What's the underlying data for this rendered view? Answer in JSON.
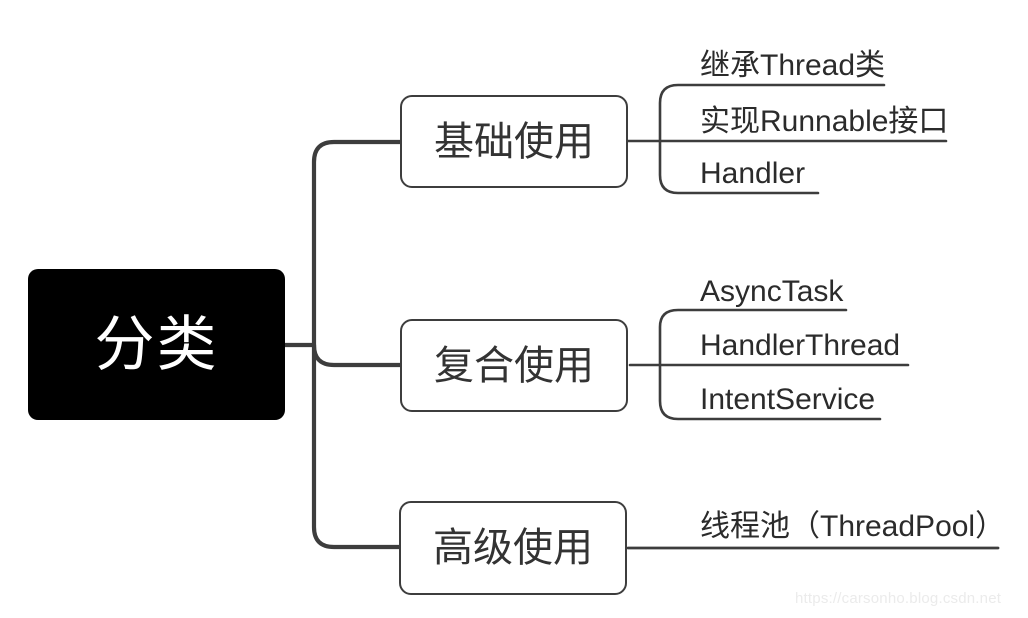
{
  "diagram": {
    "root": "分类",
    "branches": [
      {
        "label": "基础使用",
        "children": [
          "继承Thread类",
          "实现Runnable接口",
          "Handler"
        ]
      },
      {
        "label": "复合使用",
        "children": [
          "AsyncTask",
          "HandlerThread",
          "IntentService"
        ]
      },
      {
        "label": "高级使用",
        "children": [
          "线程池（ThreadPool）"
        ]
      }
    ]
  },
  "watermark": "https://carsonho.blog.csdn.net",
  "colors": {
    "line": "#3d3d3d",
    "root_bg": "#000000",
    "root_text": "#ffffff",
    "node_border": "#3d3d3d",
    "node_text": "#333333",
    "leaf_text": "#2b2b2b",
    "watermark": "#ebebeb"
  }
}
